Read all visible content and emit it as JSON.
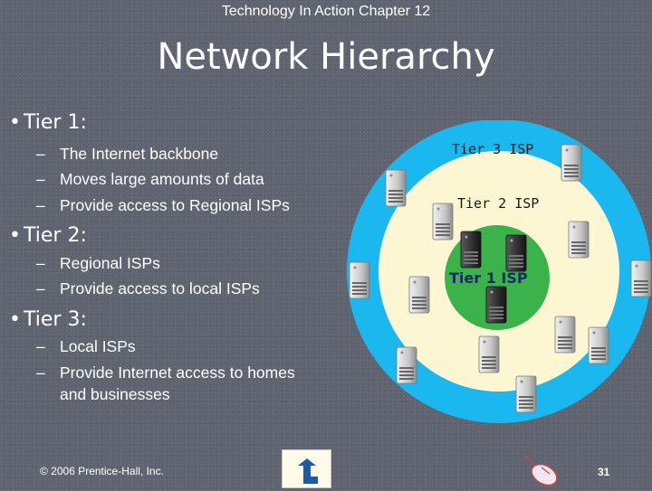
{
  "header": "Technology In Action Chapter 12",
  "title": "Network Hierarchy",
  "bullets": [
    {
      "label": "Tier 1:",
      "items": [
        "The Internet backbone",
        "Moves large amounts of data",
        "Provide access to Regional ISPs"
      ]
    },
    {
      "label": "Tier 2:",
      "items": [
        "Regional ISPs",
        "Provide access to local ISPs"
      ]
    },
    {
      "label": "Tier 3:",
      "items": [
        "Local ISPs",
        "Provide Internet access to homes",
        "and businesses"
      ]
    }
  ],
  "diagram": {
    "tier3_label": "Tier 3 ISP",
    "tier2_label": "Tier 2 ISP",
    "tier1_label": "Tier 1 ISP",
    "colors": {
      "tier3": "#1ab8ee",
      "tier2": "#fdf6d3",
      "tier1": "#3cb34a"
    }
  },
  "footer": {
    "copyright": "© 2006 Prentice-Hall, Inc.",
    "page": "31"
  },
  "icons": {
    "return": "return-arrow-icon",
    "mouse": "mouse-icon"
  }
}
